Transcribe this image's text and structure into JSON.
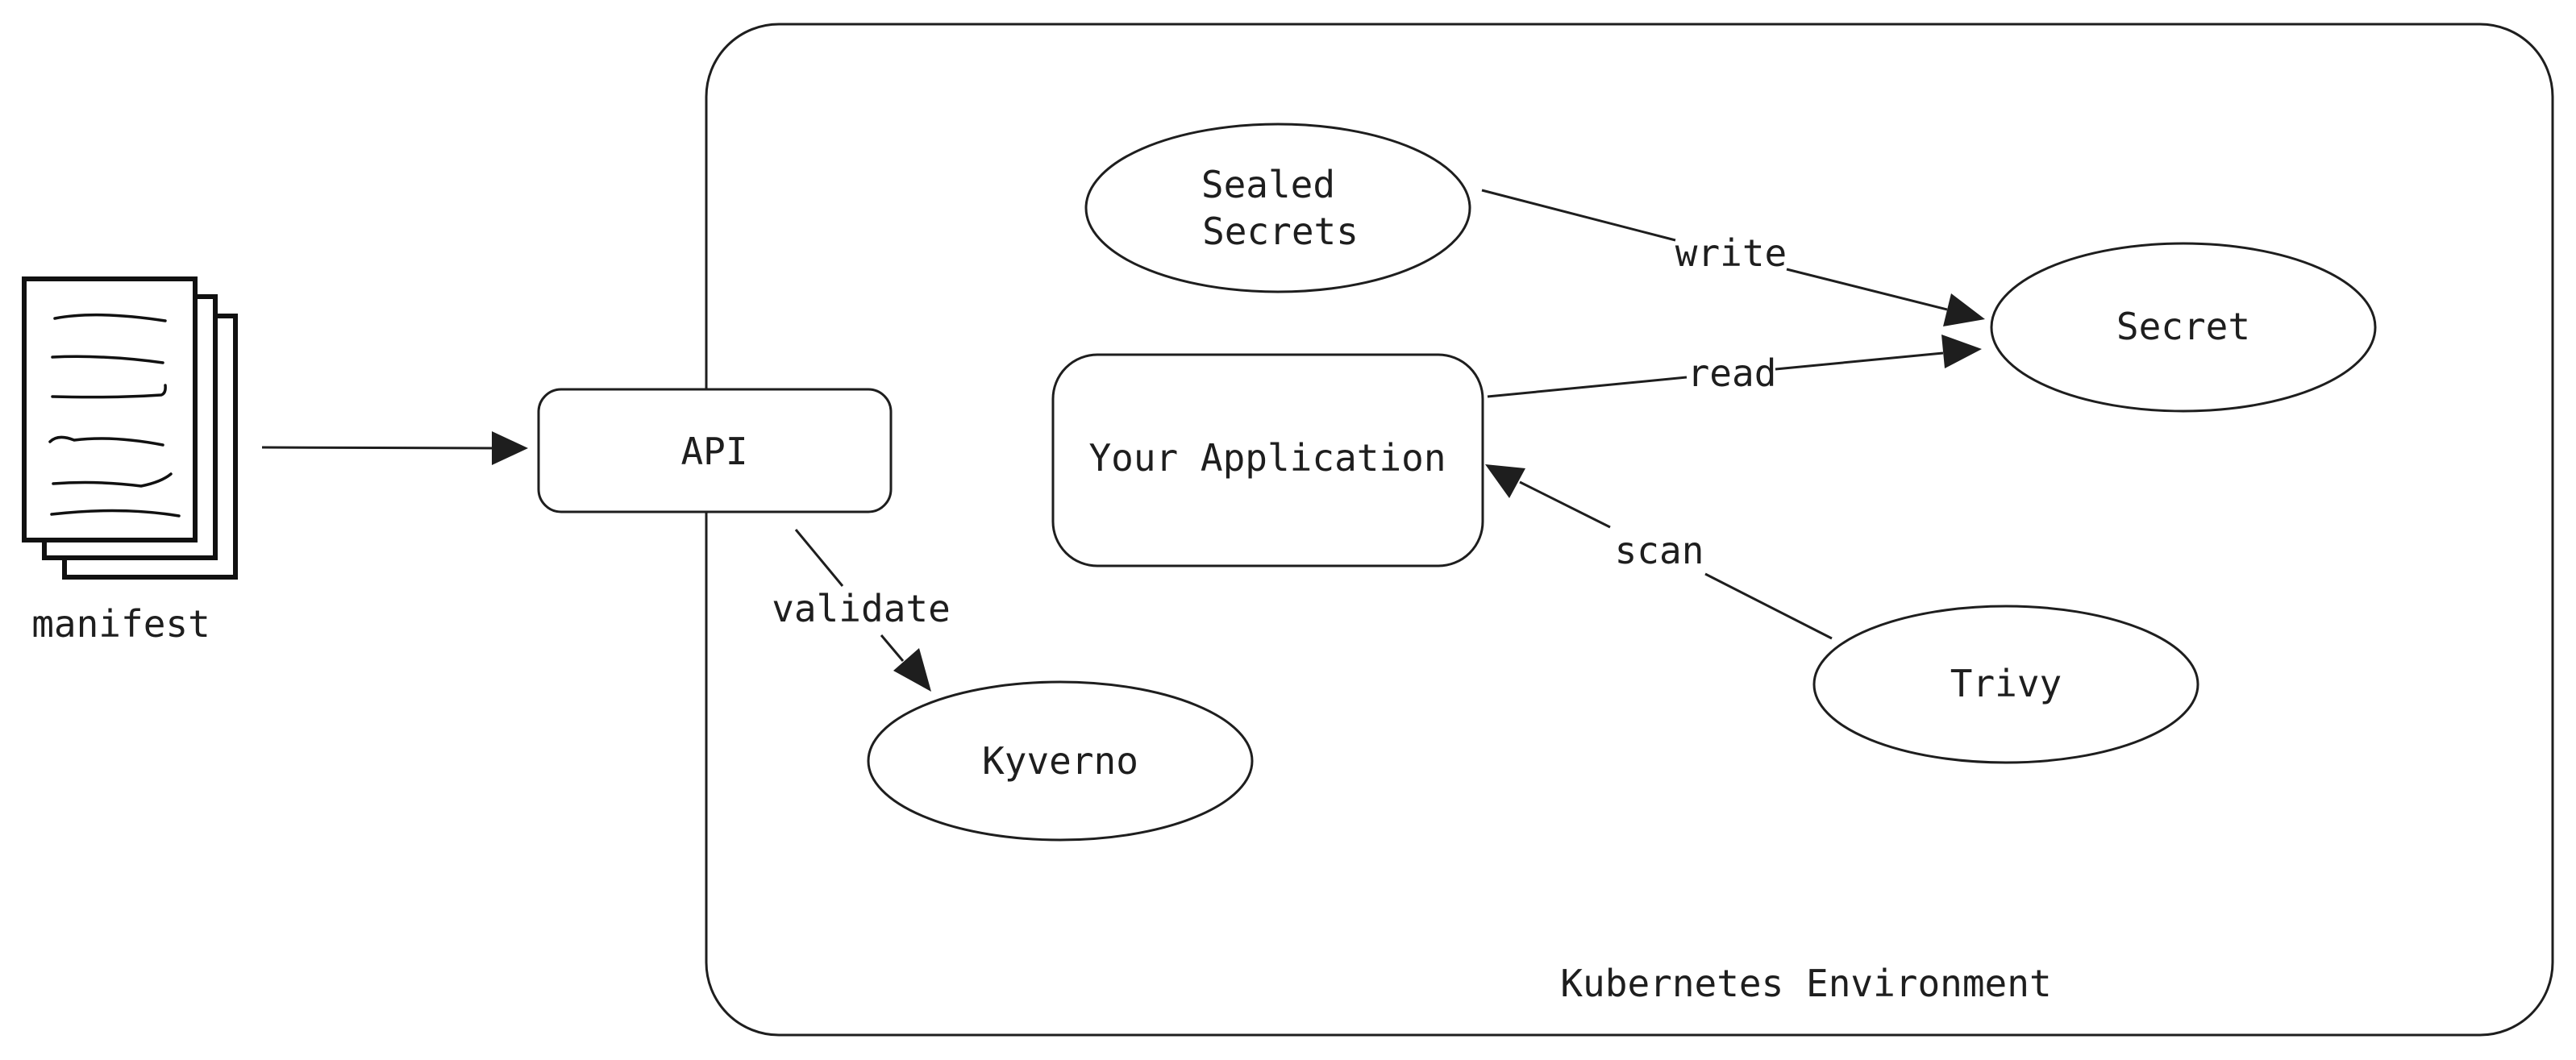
{
  "manifest": {
    "label": "manifest"
  },
  "environment": {
    "label": "Kubernetes Environment"
  },
  "nodes": {
    "api": "API",
    "your_application": "Your Application",
    "sealed_secrets_line1": "Sealed",
    "sealed_secrets_line2": "Secrets",
    "secret": "Secret",
    "kyverno": "Kyverno",
    "trivy": "Trivy"
  },
  "edges": {
    "validate": "validate",
    "write": "write",
    "read": "read",
    "scan": "scan"
  }
}
